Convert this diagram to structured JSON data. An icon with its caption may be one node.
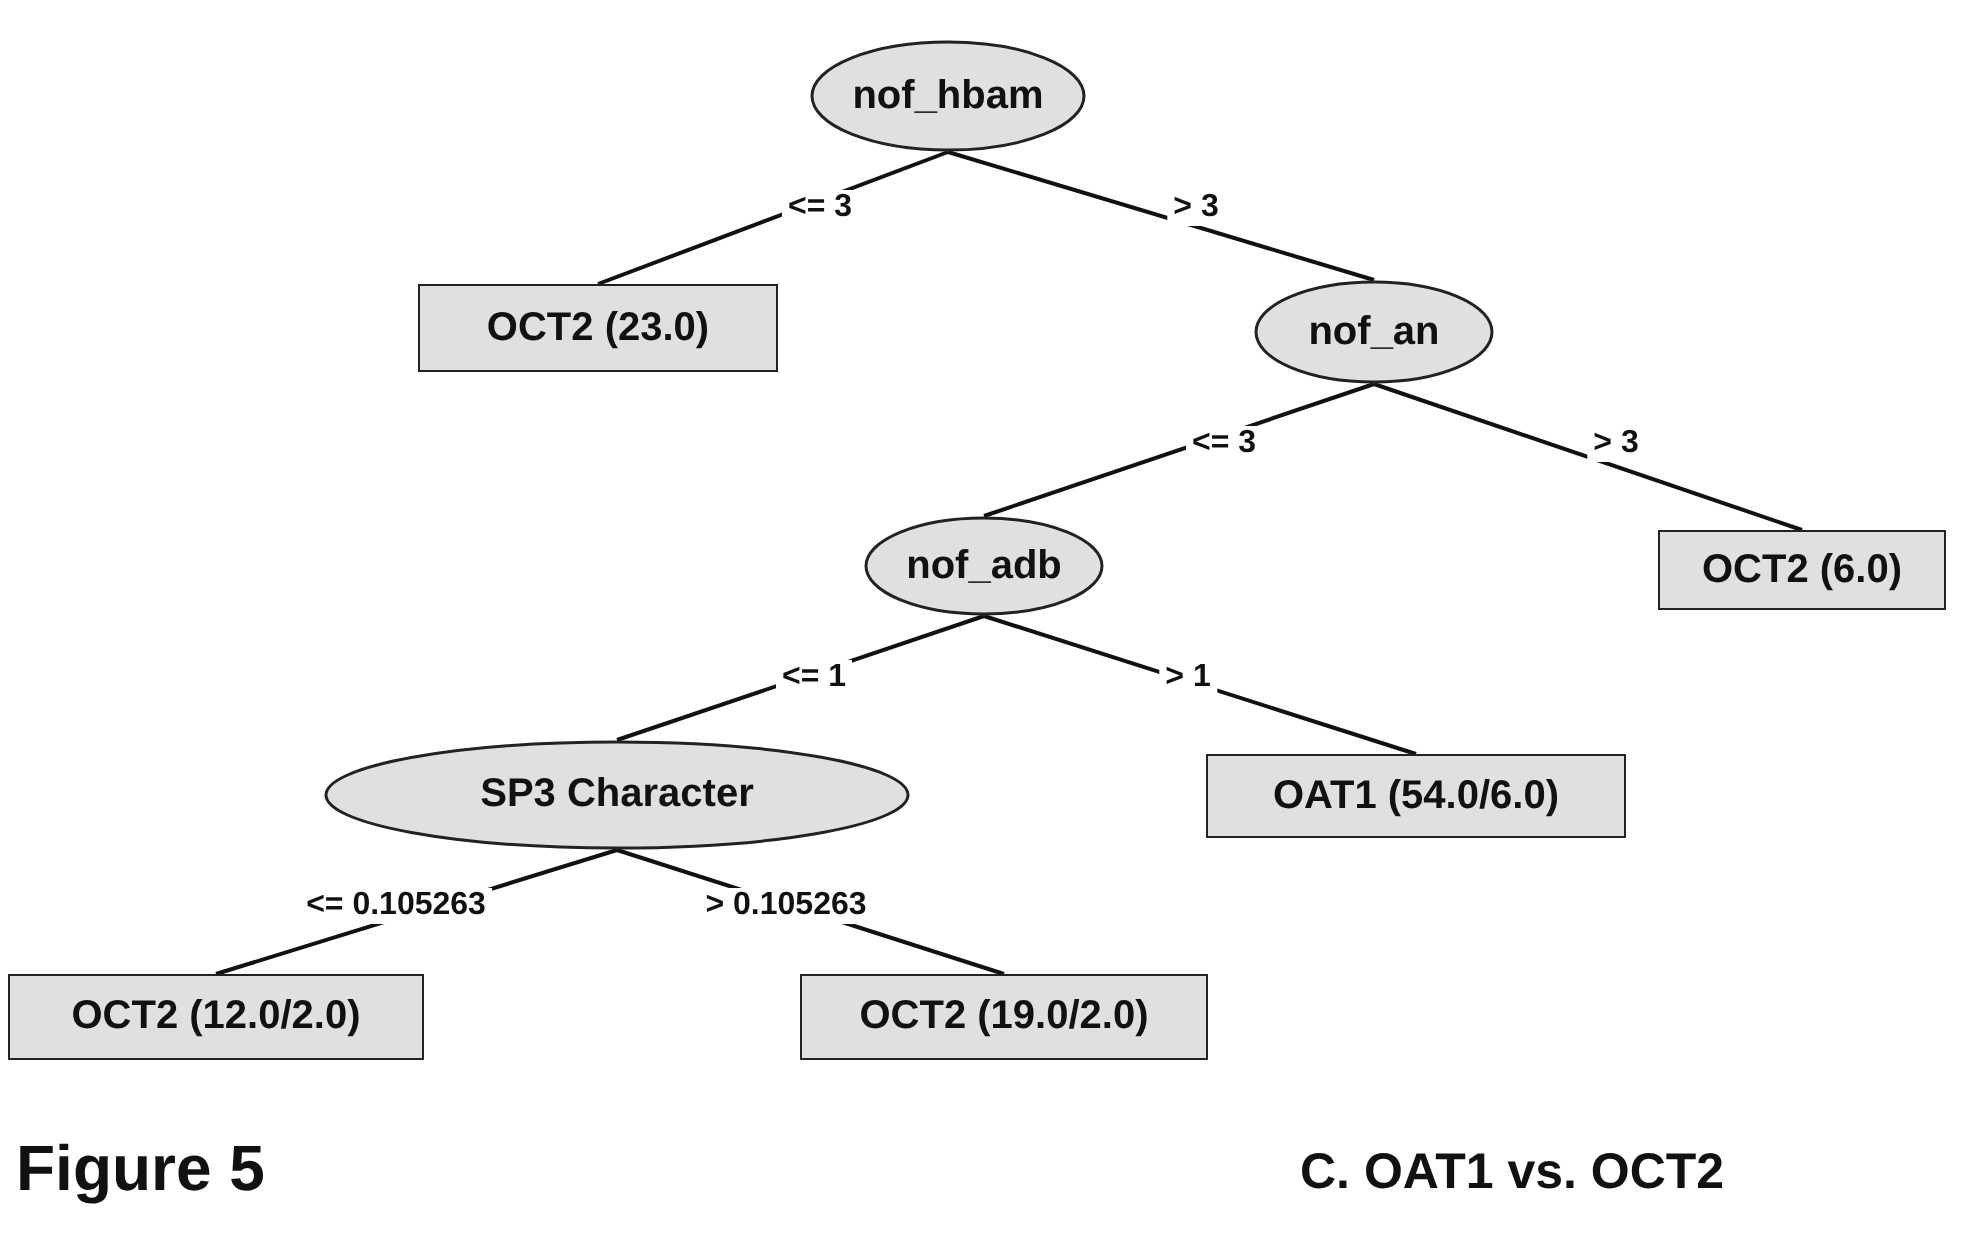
{
  "diagram": {
    "nodes": [
      {
        "text": [
          "nof_hbam"
        ]
      },
      {
        "text": [
          "OCT2 (23.0)"
        ]
      },
      {
        "text": [
          "nof_an"
        ]
      },
      {
        "text": [
          "nof_adb"
        ]
      },
      {
        "text": [
          "SP3 Character"
        ]
      },
      {
        "text": [
          "OCT2 (12.0/2.0)"
        ]
      },
      {
        "text": [
          "OCT2 (19.0/2.0)"
        ]
      },
      {
        "text": [
          "OAT1 (54.0/6.0)"
        ]
      },
      {
        "text": [
          "OCT2 (6.0)"
        ]
      }
    ],
    "edges": [
      {
        "from": 0,
        "to": 1,
        "arrow": "none",
        "label": "<= 3"
      },
      {
        "from": 0,
        "to": 2,
        "arrow": "none",
        "label": "> 3"
      },
      {
        "from": 2,
        "to": 3,
        "arrow": "none",
        "label": "<= 3"
      },
      {
        "from": 2,
        "to": 8,
        "arrow": "none",
        "label": "> 3"
      },
      {
        "from": 3,
        "to": 4,
        "arrow": "none",
        "label": "<= 1"
      },
      {
        "from": 3,
        "to": 7,
        "arrow": "none",
        "label": "> 1"
      },
      {
        "from": 4,
        "to": 5,
        "arrow": "none",
        "label": "<= 0.105263"
      },
      {
        "from": 4,
        "to": 6,
        "arrow": "none",
        "label": "> 0.105263"
      }
    ],
    "labels": [
      "Figure 5",
      "C. OAT1 vs. OCT2"
    ]
  }
}
